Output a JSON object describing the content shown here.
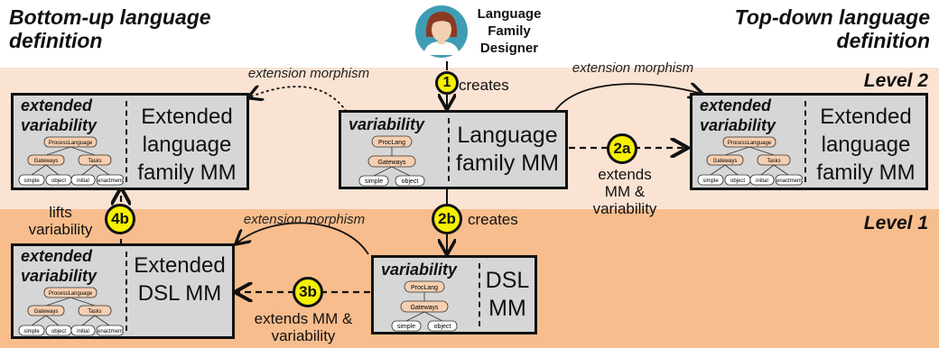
{
  "titles": {
    "bottom_up": "Bottom-up language definition",
    "top_down": "Top-down language definition"
  },
  "designer": {
    "label": "Language Family Designer",
    "icon": "designer-avatar-icon"
  },
  "levels": {
    "level2": "Level 2",
    "level1": "Level 1"
  },
  "colors": {
    "level2_band": "#fae3d3",
    "level1_band": "#f8bd8d",
    "box": "#d6d6d6",
    "badge": "#f4f000",
    "node": "#f7cfb0"
  },
  "boxes": {
    "language_family": {
      "variability": "variability",
      "mm": "Language family MM",
      "tree": {
        "root": "ProcLang",
        "child": "Gateways",
        "leaves": [
          "simple",
          "object"
        ]
      }
    },
    "ext_left": {
      "variability": "extended variability",
      "mm": "Extended language family MM",
      "tree": {
        "root": "ProcessLanguage",
        "children": [
          "Gateways",
          "Tasks"
        ],
        "leaves": [
          "simple",
          "object",
          "initial",
          "enactment"
        ]
      }
    },
    "ext_right": {
      "variability": "extended variability",
      "mm": "Extended language family MM",
      "tree": {
        "root": "ProcessLanguage",
        "children": [
          "Gateways",
          "Tasks"
        ],
        "leaves": [
          "simple",
          "object",
          "initial",
          "enactment"
        ]
      }
    },
    "dsl": {
      "variability": "variability",
      "mm": "DSL MM",
      "tree": {
        "root": "ProcLang",
        "child": "Gateways",
        "leaves": [
          "simple",
          "object"
        ]
      }
    },
    "ext_dsl": {
      "variability": "extended variability",
      "mm": "Extended DSL MM",
      "tree": {
        "root": "ProcessLanguage",
        "children": [
          "Gateways",
          "Tasks"
        ],
        "leaves": [
          "simple",
          "object",
          "initial",
          "enactment"
        ]
      }
    }
  },
  "steps": {
    "s1": {
      "badge": "1",
      "label": "creates"
    },
    "s2a": {
      "badge": "2a",
      "label": "extends MM & variability"
    },
    "s2b": {
      "badge": "2b",
      "label": "creates"
    },
    "s3b": {
      "badge": "3b",
      "label": "extends MM & variability"
    },
    "s4b": {
      "badge": "4b",
      "label": "lifts variability"
    }
  },
  "morphism": {
    "label": "extension morphism"
  }
}
